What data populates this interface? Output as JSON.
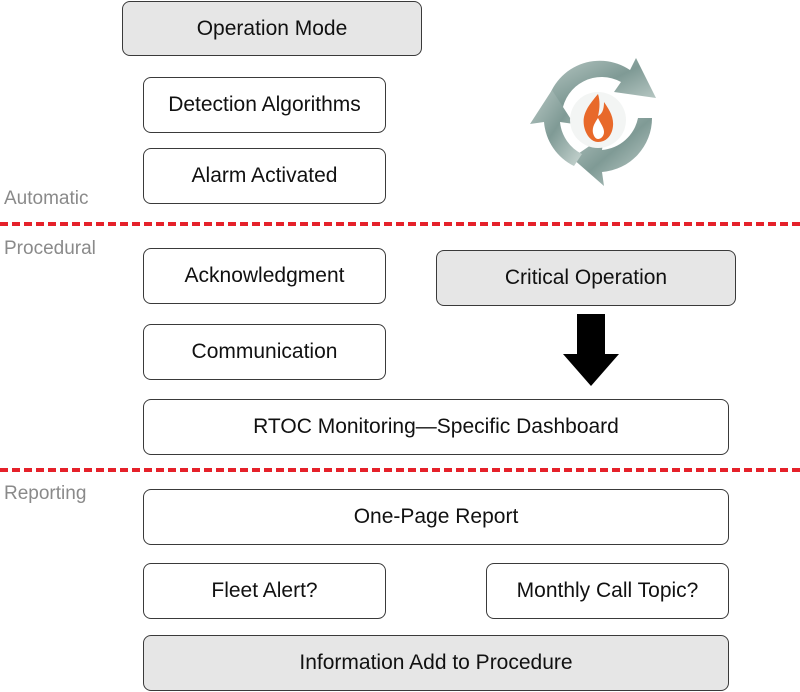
{
  "sections": {
    "automatic": "Automatic",
    "procedural": "Procedural",
    "reporting": "Reporting"
  },
  "boxes": {
    "operation_mode": "Operation Mode",
    "detection_algorithms": "Detection Algorithms",
    "alarm_activated": "Alarm Activated",
    "acknowledgment": "Acknowledgment",
    "critical_operation": "Critical Operation",
    "communication": "Communication",
    "rtoc_monitoring": "RTOC Monitoring—Specific Dashboard",
    "one_page_report": "One-Page Report",
    "fleet_alert": "Fleet Alert?",
    "monthly_call_topic": "Monthly Call Topic?",
    "information_add": "Information Add to Procedure"
  },
  "colors": {
    "divider": "#e5212a",
    "shaded_box": "#e6e6e6",
    "section_label": "#8a8a8a",
    "logo_ring": "#7f9a95",
    "logo_flame": "#e8692a"
  },
  "icons": {
    "logo": "cycle-flame-logo",
    "arrow": "down-arrow-icon"
  }
}
